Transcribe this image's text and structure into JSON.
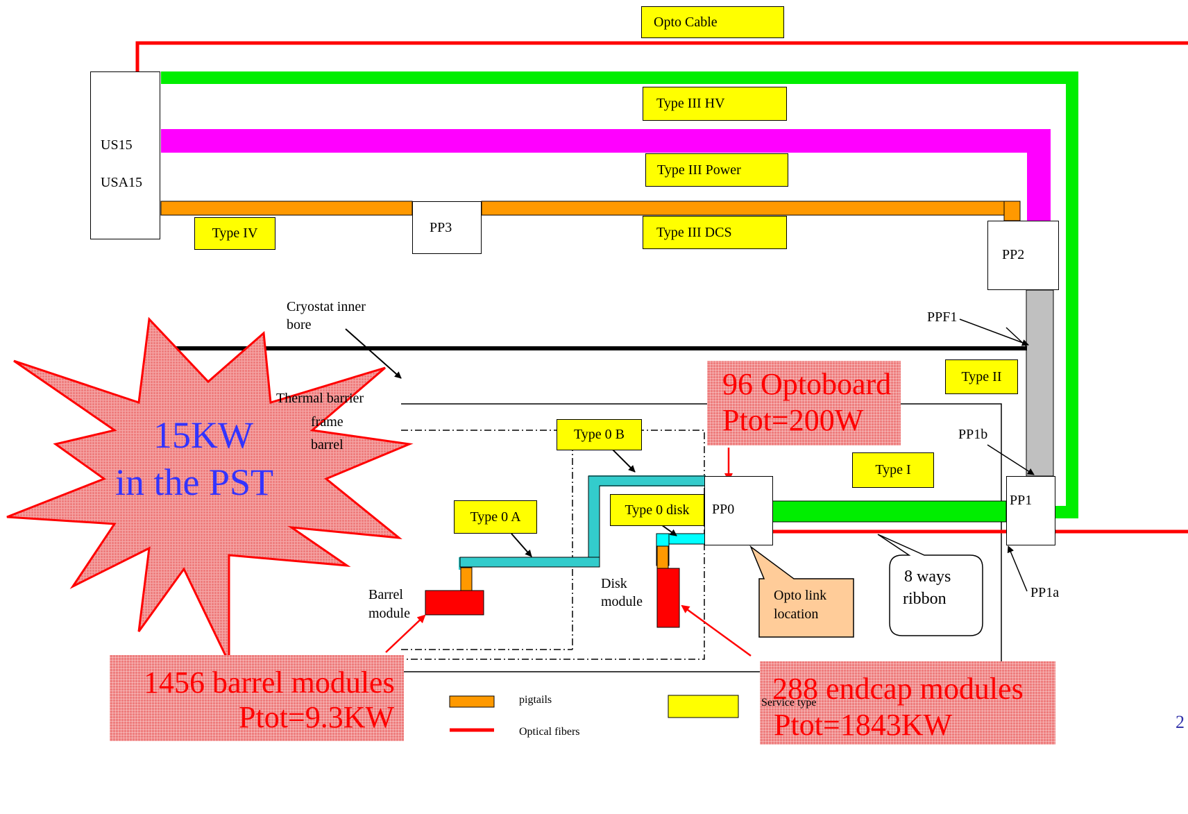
{
  "colors": {
    "optical_fiber": "#ff0000",
    "type3_hv": "#00ee00",
    "type3_power": "#ff00ff",
    "type3_dcs_pigtails": "#ff9900",
    "type2": "#c0c0c0",
    "type0": "#33cccc",
    "type0_disk": "#00ffff",
    "module": "#ff0000",
    "service_type_box": "#ffff00",
    "opto_callout": "#ffcc99",
    "annotation_fill": "#ee7d7d",
    "annotation_text": "#ff0000",
    "star_text": "#3333ff"
  },
  "labels": {
    "opto_cable": "Opto Cable",
    "type3_hv": "Type III  HV",
    "type3_power": "Type III  Power",
    "type3_dcs": "Type III  DCS",
    "type4": "Type IV",
    "pp3": "PP3",
    "pp2": "PP2",
    "us15": "US15",
    "usa15": "USA15",
    "cryostat_line1": "Cryostat inner",
    "cryostat_line2": "bore",
    "ppf1": "PPF1",
    "type2": "Type II",
    "thermal_barrier": "Thermal barrier",
    "frame": "frame",
    "barrel": "barrel",
    "type0b": "Type 0 B",
    "type0a": "Type 0 A",
    "type0disk": "Type 0 disk",
    "pp0": "PP0",
    "pp1": "PP1",
    "pp1b": "PP1b",
    "pp1a": "PP1a",
    "type1": "Type I",
    "barrel_module_line1": "Barrel",
    "barrel_module_line2": "module",
    "disk_module_line1": "Disk",
    "disk_module_line2": "module",
    "opto_link_line1": "Opto link",
    "opto_link_line2": "location",
    "ribbon_line1": "8 ways",
    "ribbon_line2": "ribbon"
  },
  "annotations": {
    "optoboard_line1": "96 Optoboard",
    "optoboard_line2": "Ptot=200W",
    "barrel_modules_line1": "1456 barrel modules",
    "barrel_modules_line2": "Ptot=9.3KW",
    "endcap_modules_line1": "288 endcap modules",
    "endcap_modules_line2": "Ptot=1843KW",
    "star_line1": "15KW",
    "star_line2": "in the PST"
  },
  "legend": {
    "pigtails": "pigtails",
    "optical_fibers": "Optical fibers",
    "service_type": "Service type"
  },
  "page_number": "2"
}
